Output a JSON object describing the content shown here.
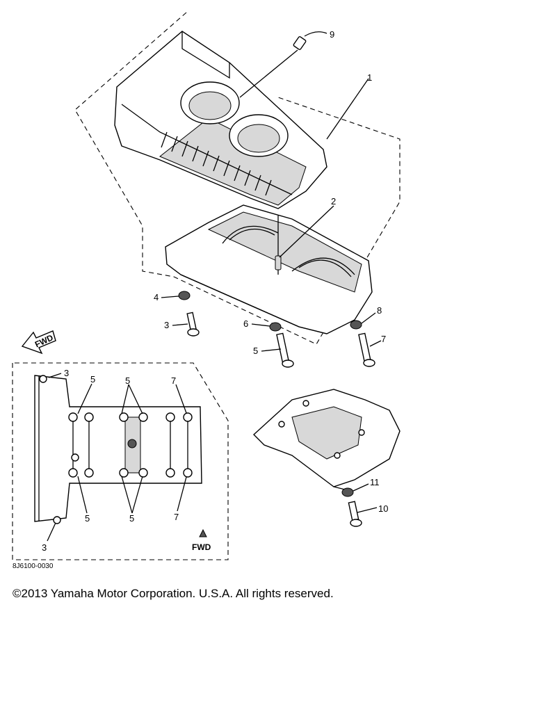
{
  "diagram": {
    "callouts": {
      "c1": "1",
      "c2": "2",
      "c3": "3",
      "c4": "4",
      "c5": "5",
      "c6": "6",
      "c7": "7",
      "c8": "8",
      "c9": "9",
      "c10": "10",
      "c11": "11"
    },
    "inset_callouts": {
      "i3a": "3",
      "i3b": "3",
      "i5a": "5",
      "i5b": "5",
      "i5c": "5",
      "i5d": "5",
      "i7a": "7",
      "i7b": "7"
    },
    "fwd_arrow_label": "FWD",
    "inset_fwd_label": "FWD",
    "drawing_code": "8J6100-0030"
  },
  "footer": {
    "copyright": "©2013 Yamaha Motor Corporation. U.S.A. All rights reserved."
  }
}
